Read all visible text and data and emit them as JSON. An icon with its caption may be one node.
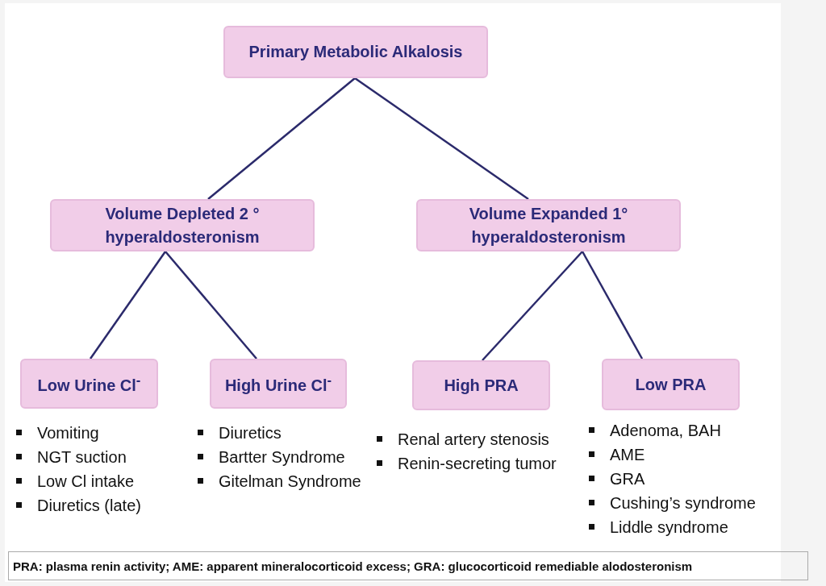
{
  "diagram": {
    "nodes": [
      {
        "text": [
          "Primary Metabolic Alkalosis"
        ]
      },
      {
        "text": [
          "Volume Depleted 2 ° hyperaldosteronism"
        ]
      },
      {
        "text": [
          "Volume Expanded 1° hyperaldosteronism"
        ]
      },
      {
        "text": [
          "Low Urine Cl$^{-}$"
        ],
        "beside": [
          "Vomiting",
          "NGT suction",
          "Low Cl intake",
          "Diuretics (late)"
        ]
      },
      {
        "text": [
          "High Urine Cl$^{-}$"
        ],
        "beside": [
          "Diuretics",
          "Bartter Syndrome",
          "Gitelman Syndrome"
        ]
      },
      {
        "text": [
          "High PRA"
        ],
        "beside": [
          "Renal artery stenosis",
          "Renin-secreting tumor"
        ]
      },
      {
        "text": [
          "Low PRA"
        ],
        "beside": [
          "Adenoma, BAH",
          "AME",
          "GRA",
          "Cushing’s syndrome",
          "Liddle syndrome"
        ]
      }
    ],
    "edges": [
      {
        "from": 0,
        "to": 1,
        "arrow": "none"
      },
      {
        "from": 0,
        "to": 2,
        "arrow": "none"
      },
      {
        "from": 1,
        "to": 3,
        "arrow": "none"
      },
      {
        "from": 1,
        "to": 4,
        "arrow": "none"
      },
      {
        "from": 2,
        "to": 5,
        "arrow": "none"
      },
      {
        "from": 2,
        "to": 6,
        "arrow": "none"
      }
    ],
    "labels": [
      "PRA: plasma renin activity; AME: apparent mineralocorticoid excess; GRA: glucocorticoid remediable alodosteronism"
    ]
  }
}
